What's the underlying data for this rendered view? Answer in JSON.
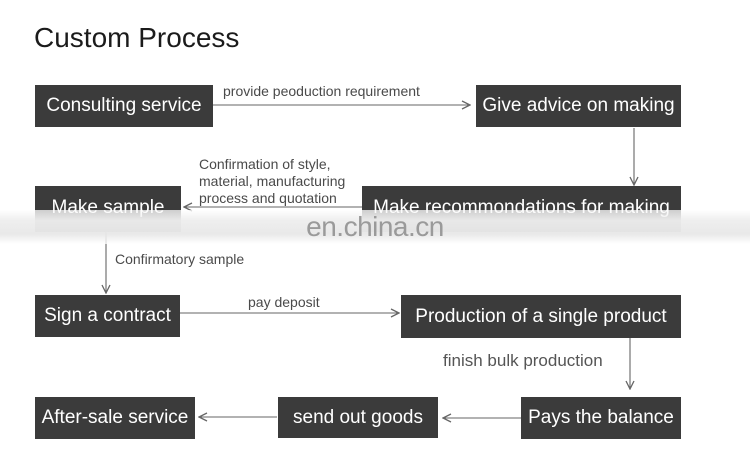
{
  "title": "Custom Process",
  "nodes": {
    "consulting": "Consulting service",
    "give_advice": "Give advice on making",
    "make_sample": "Make sample",
    "make_recommendations": "Make recommondations for making",
    "sign_contract": "Sign a contract",
    "production_single": "Production of a single product",
    "pays_balance": "Pays the balance",
    "send_out": "send out goods",
    "after_sale": "After-sale service"
  },
  "edge_labels": {
    "provide_requirement": "provide peoduction requirement",
    "confirmation": "Confirmation of style,\nmaterial, manufacturing\nprocess and quotation",
    "confirmatory_sample": "Confirmatory sample",
    "pay_deposit": "pay deposit",
    "finish_bulk": "finish bulk production"
  },
  "watermark": "en.china.cn",
  "colors": {
    "box": "#3b3b3b",
    "box_text": "#ffffff",
    "line": "#666666"
  }
}
